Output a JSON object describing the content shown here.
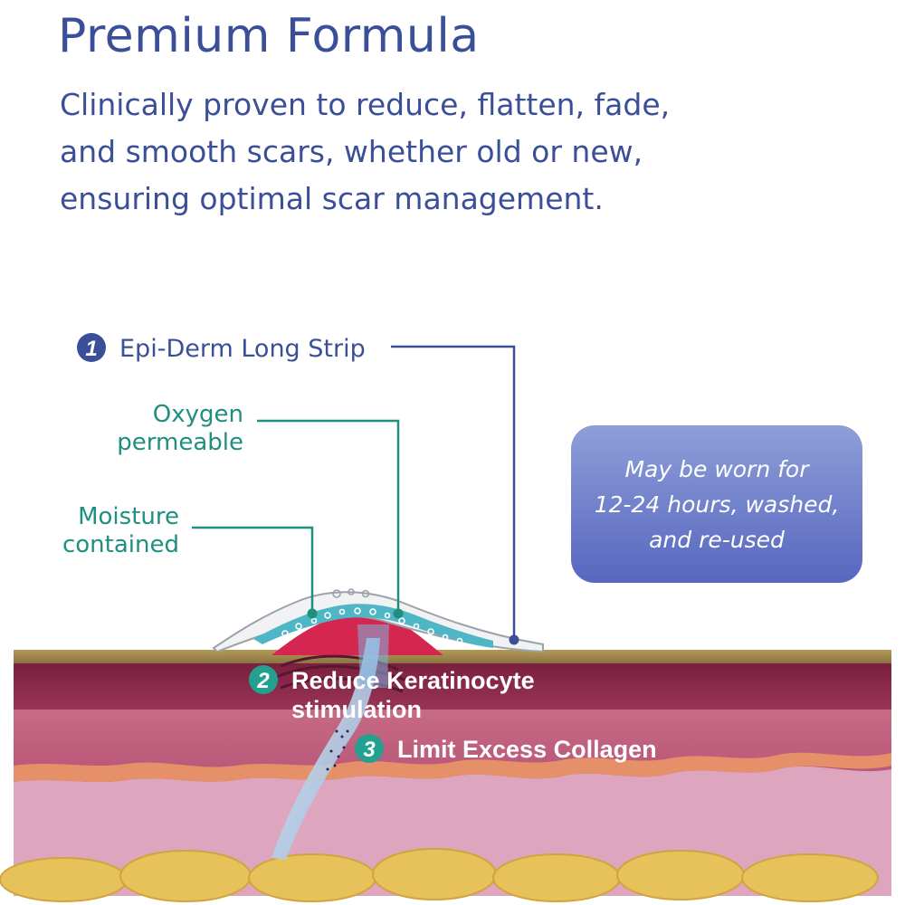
{
  "heading": {
    "title": "Premium Formula",
    "subtitle_lines": [
      "Clinically proven to reduce, flatten, fade,",
      "and smooth scars, whether old or new,",
      "ensuring optimal scar management."
    ]
  },
  "diagram": {
    "product": {
      "number": "1",
      "label": "Epi-Derm Long Strip"
    },
    "oxygen": {
      "line1": "Oxygen",
      "line2": "permeable"
    },
    "moisture": {
      "line1": "Moisture",
      "line2": "contained"
    },
    "effect2": {
      "number": "2",
      "line1": "Reduce Keratinocyte",
      "line2": "stimulation"
    },
    "effect3": {
      "number": "3",
      "label": "Limit Excess Collagen"
    },
    "callout_lines": [
      "May be worn for",
      "12-24 hours, washed,",
      "and re-used"
    ]
  },
  "colors": {
    "brand_blue": "#3b4f98",
    "teal": "#1f8f7f",
    "callout_top": "#8f9ed8",
    "callout_bottom": "#5767bf"
  }
}
